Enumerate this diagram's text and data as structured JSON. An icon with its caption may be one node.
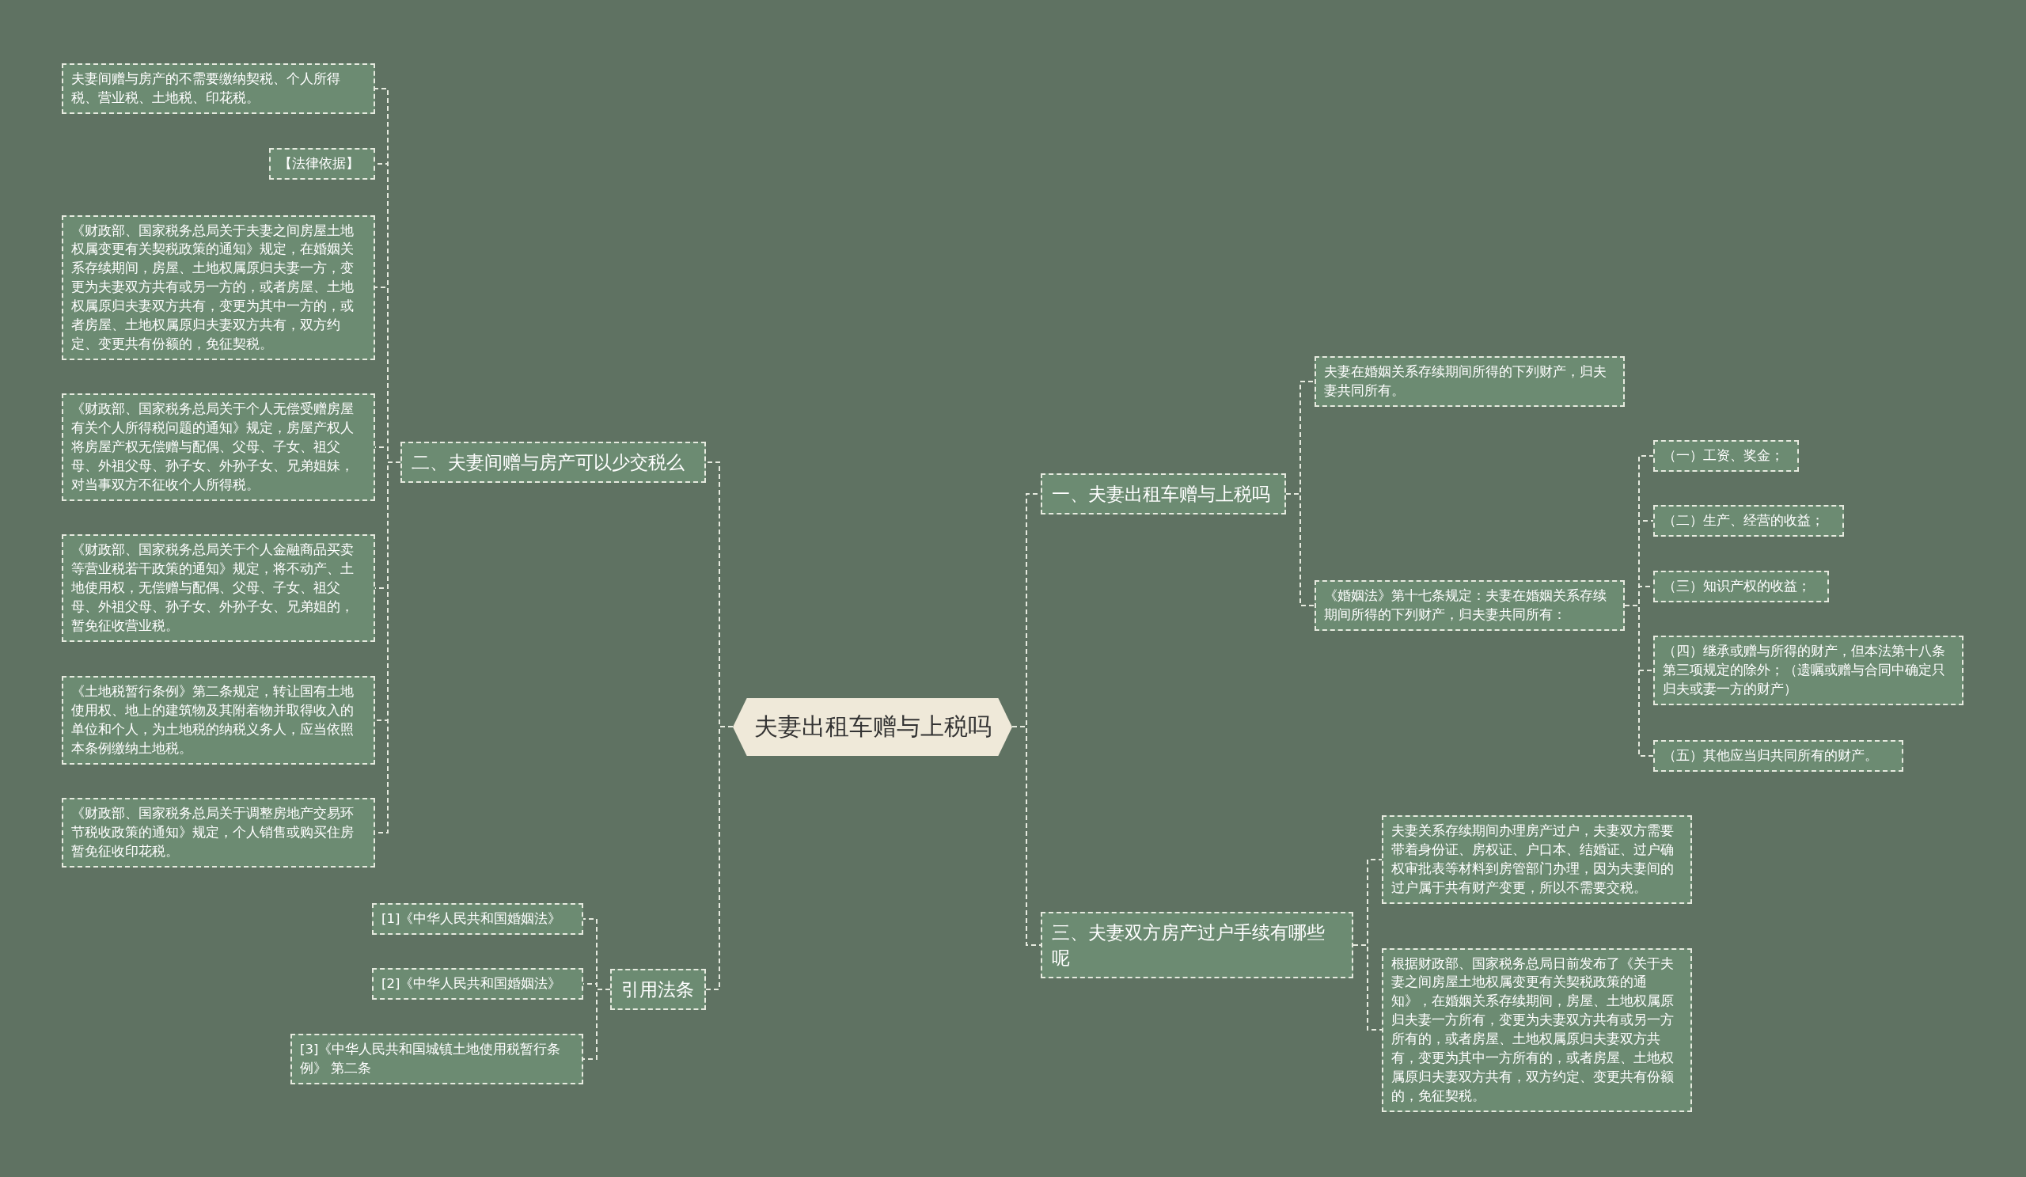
{
  "diagram": {
    "nodes": [
      {
        "text": [
          "夫妻出租车赠与上税吗"
        ]
      },
      {
        "text": [
          "一、夫妻出租车赠与上税吗"
        ]
      },
      {
        "text": [
          "夫妻在婚姻关系存续期间所得的下列财产，归夫妻共同所有。"
        ]
      },
      {
        "text": [
          "《婚姻法》第十七条规定：夫妻在婚姻关系存续期间所得的下列财产，归夫妻共同所有："
        ]
      },
      {
        "text": [
          "（一）工资、奖金；"
        ]
      },
      {
        "text": [
          "（二）生产、经营的收益；"
        ]
      },
      {
        "text": [
          "（三）知识产权的收益；"
        ]
      },
      {
        "text": [
          "（四）继承或赠与所得的财产，但本法第十八条第三项规定的除外；（遗嘱或赠与合同中确定只归夫或妻一方的财产）"
        ]
      },
      {
        "text": [
          "（五）其他应当归共同所有的财产。"
        ]
      },
      {
        "text": [
          "三、夫妻双方房产过户手续有哪些呢"
        ]
      },
      {
        "text": [
          "夫妻关系存续期间办理房产过户，夫妻双方需要带着身份证、房权证、户口本、结婚证、过户确权审批表等材料到房管部门办理，因为夫妻间的过户属于共有财产变更，所以不需要交税。"
        ]
      },
      {
        "text": [
          "根据财政部、国家税务总局日前发布了《关于夫妻之间房屋土地权属变更有关契税政策的通知》，在婚姻关系存续期间，房屋、土地权属原归夫妻一方所有，变更为夫妻双方共有或另一方所有的，或者房屋、土地权属原归夫妻双方共有，变更为其中一方所有的，或者房屋、土地权属原归夫妻双方共有，双方约定、变更共有份额的，免征契税。"
        ]
      },
      {
        "text": [
          "二、夫妻间赠与房产可以少交税么"
        ]
      },
      {
        "text": [
          "夫妻间赠与房产的不需要缴纳契税、个人所得税、营业税、土地税、印花税。"
        ]
      },
      {
        "text": [
          "【法律依据】"
        ]
      },
      {
        "text": [
          "《财政部、国家税务总局关于夫妻之间房屋土地权属变更有关契税政策的通知》规定，在婚姻关系存续期间，房屋、土地权属原归夫妻一方，变更为夫妻双方共有或另一方的，或者房屋、土地权属原归夫妻双方共有，变更为其中一方的，或者房屋、土地权属原归夫妻双方共有，双方约定、变更共有份额的，免征契税。"
        ]
      },
      {
        "text": [
          "《财政部、国家税务总局关于个人无偿受赠房屋有关个人所得税问题的通知》规定，房屋产权人将房屋产权无偿赠与配偶、父母、子女、祖父母、外祖父母、孙子女、外孙子女、兄弟姐妹，对当事双方不征收个人所得税。"
        ]
      },
      {
        "text": [
          "《财政部、国家税务总局关于个人金融商品买卖等营业税若干政策的通知》规定，将不动产、土地使用权，无偿赠与配偶、父母、子女、祖父母、外祖父母、孙子女、外孙子女、兄弟姐的，暂免征收营业税。"
        ]
      },
      {
        "text": [
          "《土地税暂行条例》第二条规定，转让国有土地使用权、地上的建筑物及其附着物并取得收入的单位和个人，为土地税的纳税义务人，应当依照本条例缴纳土地税。"
        ]
      },
      {
        "text": [
          "《财政部、国家税务总局关于调整房地产交易环节税收政策的通知》规定，个人销售或购买住房暂免征收印花税。"
        ]
      },
      {
        "text": [
          "引用法条"
        ]
      },
      {
        "text": [
          "[1]《中华人民共和国婚姻法》"
        ]
      },
      {
        "text": [
          "[2]《中华人民共和国婚姻法》"
        ]
      },
      {
        "text": [
          "[3]《中华人民共和国城镇土地使用税暂行条例》 第二条"
        ]
      }
    ],
    "edges": [
      {
        "from": 0,
        "to": 1,
        "arrow": "none"
      },
      {
        "from": 1,
        "to": 2,
        "arrow": "none"
      },
      {
        "from": 1,
        "to": 3,
        "arrow": "none"
      },
      {
        "from": 3,
        "to": 4,
        "arrow": "none"
      },
      {
        "from": 3,
        "to": 5,
        "arrow": "none"
      },
      {
        "from": 3,
        "to": 6,
        "arrow": "none"
      },
      {
        "from": 3,
        "to": 7,
        "arrow": "none"
      },
      {
        "from": 3,
        "to": 8,
        "arrow": "none"
      },
      {
        "from": 0,
        "to": 9,
        "arrow": "none"
      },
      {
        "from": 9,
        "to": 10,
        "arrow": "none"
      },
      {
        "from": 9,
        "to": 11,
        "arrow": "none"
      },
      {
        "from": 0,
        "to": 12,
        "arrow": "none"
      },
      {
        "from": 12,
        "to": 13,
        "arrow": "none"
      },
      {
        "from": 12,
        "to": 14,
        "arrow": "none"
      },
      {
        "from": 12,
        "to": 15,
        "arrow": "none"
      },
      {
        "from": 12,
        "to": 16,
        "arrow": "none"
      },
      {
        "from": 12,
        "to": 17,
        "arrow": "none"
      },
      {
        "from": 12,
        "to": 18,
        "arrow": "none"
      },
      {
        "from": 12,
        "to": 19,
        "arrow": "none"
      },
      {
        "from": 0,
        "to": 20,
        "arrow": "none"
      },
      {
        "from": 20,
        "to": 21,
        "arrow": "none"
      },
      {
        "from": 20,
        "to": 22,
        "arrow": "none"
      },
      {
        "from": 20,
        "to": 23,
        "arrow": "none"
      }
    ]
  }
}
